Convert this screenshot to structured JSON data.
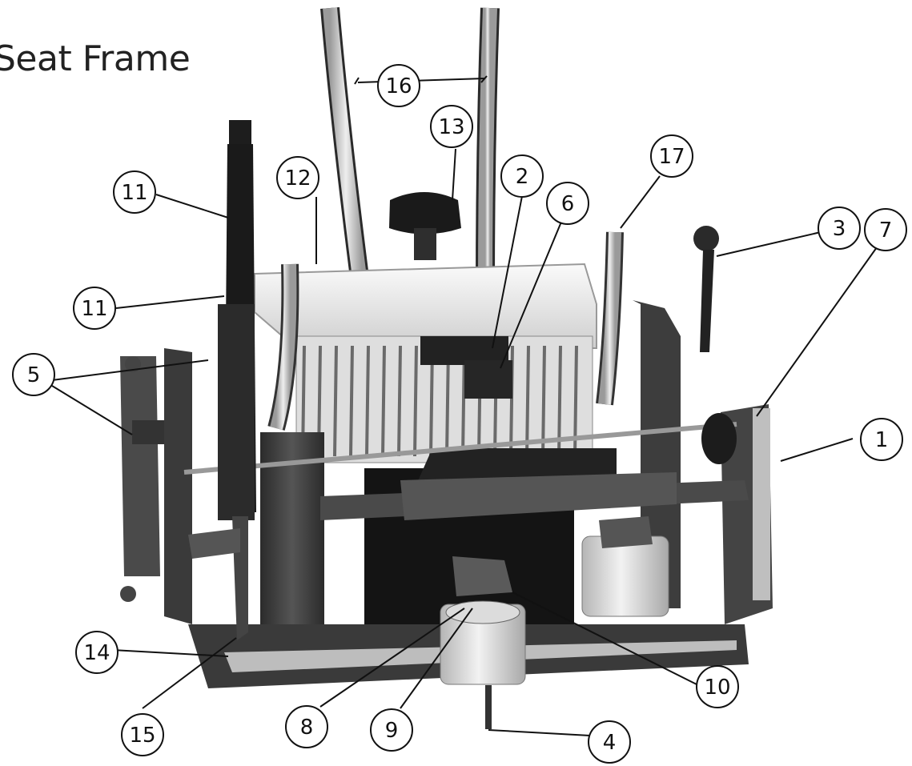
{
  "title": "Seat Frame",
  "callouts": [
    {
      "id": "c1",
      "label": "1"
    },
    {
      "id": "c2",
      "label": "2"
    },
    {
      "id": "c3",
      "label": "3"
    },
    {
      "id": "c4",
      "label": "4"
    },
    {
      "id": "c5",
      "label": "5"
    },
    {
      "id": "c6",
      "label": "6"
    },
    {
      "id": "c7",
      "label": "7"
    },
    {
      "id": "c8",
      "label": "8"
    },
    {
      "id": "c9",
      "label": "9"
    },
    {
      "id": "c10",
      "label": "10"
    },
    {
      "id": "c11a",
      "label": "11"
    },
    {
      "id": "c11b",
      "label": "11"
    },
    {
      "id": "c12",
      "label": "12"
    },
    {
      "id": "c13",
      "label": "13"
    },
    {
      "id": "c14",
      "label": "14"
    },
    {
      "id": "c15",
      "label": "15"
    },
    {
      "id": "c16",
      "label": "16"
    },
    {
      "id": "c17",
      "label": "17"
    }
  ],
  "colors": {
    "frame": "#3a3a3a",
    "frame_dark": "#1f1f1f",
    "tank_top": "#f4f4f4",
    "tank_fins": "#d9d9d9",
    "filter": "#e2e2e2",
    "hose": "#d6d6d6",
    "block": "#141414"
  }
}
